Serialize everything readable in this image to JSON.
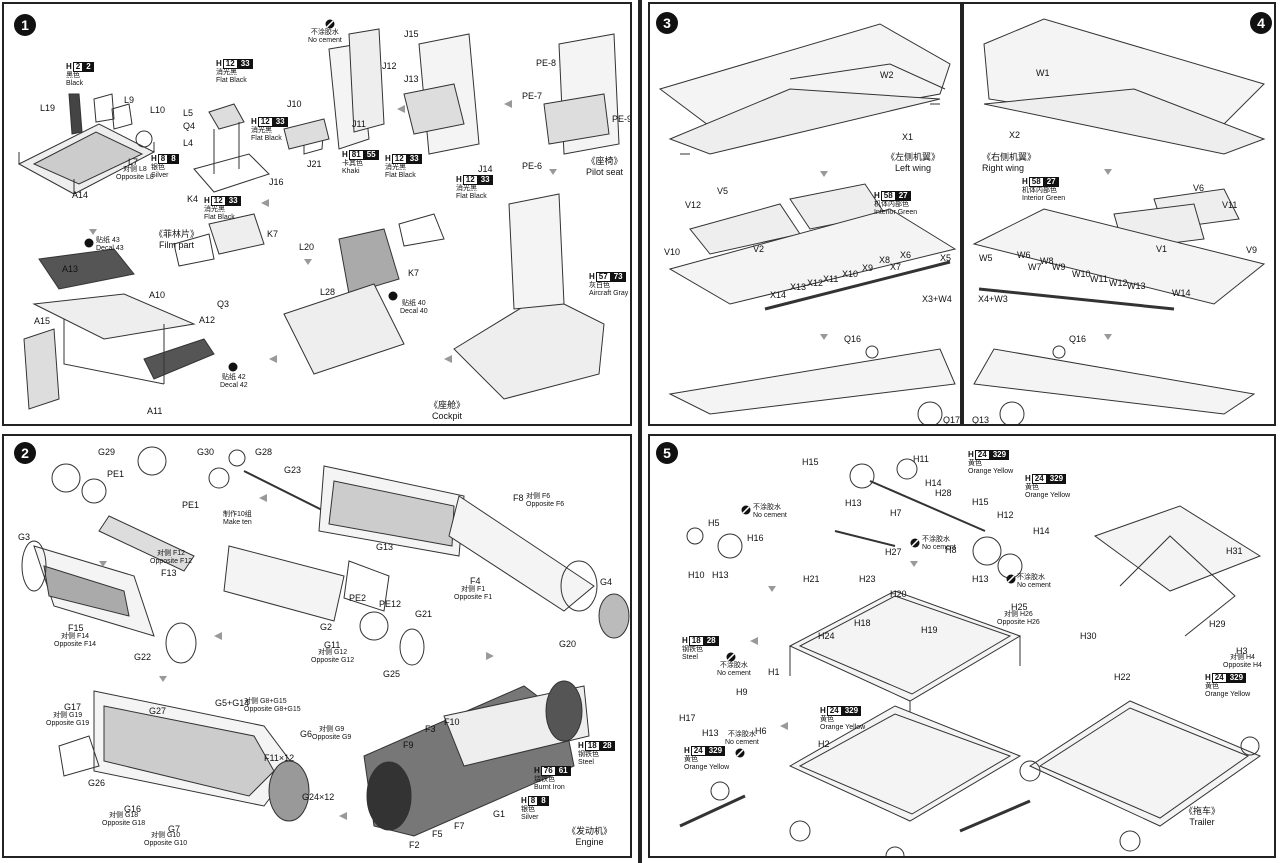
{
  "steps": [
    {
      "number": "1",
      "labels": [
        "L19",
        "L9",
        "L10",
        "L7",
        "A14",
        "L5",
        "Q4",
        "L4",
        "K4",
        "J10",
        "J11",
        "J12",
        "J15",
        "J21",
        "J16",
        "J13",
        "J14",
        "PE-8",
        "PE-7",
        "PE-9",
        "PE-6",
        "A13",
        "A10",
        "A15",
        "A12",
        "A11",
        "K7",
        "Q3",
        "L20",
        "K7",
        "L28"
      ],
      "paints": [
        {
          "code_a": "2",
          "code_b": "2",
          "cn": "黑色",
          "en": "Black"
        },
        {
          "code_a": "12",
          "code_b": "33",
          "cn": "消光黑",
          "en": "Flat Black"
        },
        {
          "code_a": "12",
          "code_b": "33",
          "cn": "消光黑",
          "en": "Flat Black"
        },
        {
          "code_a": "8",
          "code_b": "8",
          "cn": "银色",
          "en": "Silver"
        },
        {
          "code_a": "12",
          "code_b": "33",
          "cn": "消光黑",
          "en": "Flat Black"
        },
        {
          "code_a": "81",
          "code_b": "55",
          "cn": "卡其色",
          "en": "Khaki"
        },
        {
          "code_a": "12",
          "code_b": "33",
          "cn": "消光黑",
          "en": "Flat Black"
        },
        {
          "code_a": "12",
          "code_b": "33",
          "cn": "消光黑",
          "en": "Flat Black"
        },
        {
          "code_a": "57",
          "code_b": "73",
          "cn": "灰白色",
          "en": "Aircraft Gray"
        }
      ],
      "notes": {
        "no_cement_cn": "不涂胶水",
        "no_cement_en": "No cement",
        "opposite_l8_cn": "对侧 L8",
        "opposite_l8_en": "Opposite L8",
        "film_cn": "《菲林片》",
        "film_en": "Film part",
        "decal43_cn": "贴纸 43",
        "decal43_en": "Decal 43",
        "decal42_cn": "贴纸 42",
        "decal42_en": "Decal 42",
        "decal40_cn": "贴纸 40",
        "decal40_en": "Decal 40",
        "cockpit_cn": "《座舱》",
        "cockpit_en": "Cockpit",
        "seat_cn": "《座椅》",
        "seat_en": "Pilot seat"
      }
    },
    {
      "number": "2",
      "labels": [
        "G29",
        "PE1",
        "G30",
        "G28",
        "PE1",
        "G23",
        "G3",
        "F13",
        "F15",
        "G22",
        "F8",
        "G13",
        "PE2",
        "PE12",
        "G21",
        "G2",
        "G11",
        "G25",
        "F4",
        "G4",
        "G20",
        "G17",
        "G27",
        "G5+G14",
        "G26",
        "G16",
        "G7",
        "F11×12",
        "G6",
        "G24×12",
        "F9",
        "F3",
        "F10",
        "G1",
        "F2",
        "F5",
        "F7"
      ],
      "paints": [
        {
          "code_a": "18",
          "code_b": "28",
          "cn": "钢铁色",
          "en": "Steel"
        },
        {
          "code_a": "76",
          "code_b": "61",
          "cn": "烧铁色",
          "en": "Burnt Iron"
        },
        {
          "code_a": "8",
          "code_b": "8",
          "cn": "银色",
          "en": "Silver"
        }
      ],
      "notes": {
        "make_ten_cn": "制作10组",
        "make_ten_en": "Make ten",
        "opp_f12_cn": "对侧 F12",
        "opp_f12_en": "Opposite F12",
        "opp_f14_cn": "对侧 F14",
        "opp_f14_en": "Opposite F14",
        "opp_f6_cn": "对侧 F6",
        "opp_f6_en": "Opposite F6",
        "opp_f1_cn": "对侧 F1",
        "opp_f1_en": "Opposite F1",
        "opp_g12_cn": "对侧 G12",
        "opp_g12_en": "Opposite G12",
        "opp_g19_cn": "对侧 G19",
        "opp_g19_en": "Opposite G19",
        "opp_g8g15_cn": "对侧 G8+G15",
        "opp_g8g15_en": "Opposite G8+G15",
        "opp_g9_cn": "对侧 G9",
        "opp_g9_en": "Opposite G9",
        "opp_g18_cn": "对侧 G18",
        "opp_g18_en": "Opposite G18",
        "opp_g10_cn": "对侧 G10",
        "opp_g10_en": "Opposite G10",
        "engine_cn": "《发动机》",
        "engine_en": "Engine"
      }
    },
    {
      "number": "3",
      "labels": [
        "W2",
        "X1",
        "V5",
        "V12",
        "V10",
        "V2",
        "X6",
        "X5",
        "X8",
        "X7",
        "X9",
        "X10",
        "X11",
        "X12",
        "X13",
        "X14",
        "X3+W4",
        "Q16",
        "Q17"
      ],
      "paints": [
        {
          "code_a": "58",
          "code_b": "27",
          "cn": "机体内部色",
          "en": "Interior Green"
        }
      ],
      "notes": {
        "wing_cn": "《左侧机翼》",
        "wing_en": "Left wing"
      }
    },
    {
      "number": "4",
      "labels": [
        "W1",
        "X2",
        "V6",
        "V11",
        "V1",
        "V9",
        "W5",
        "W6",
        "W8",
        "W7",
        "W9",
        "W10",
        "W11",
        "W12",
        "W13",
        "W14",
        "X4+W3",
        "Q16",
        "Q13"
      ],
      "paints": [
        {
          "code_a": "58",
          "code_b": "27",
          "cn": "机体内部色",
          "en": "Interior Green"
        }
      ],
      "notes": {
        "wing_cn": "《右侧机翼》",
        "wing_en": "Right wing"
      }
    },
    {
      "number": "5",
      "labels": [
        "H15",
        "H11",
        "H13",
        "H14",
        "H28",
        "H7",
        "H15",
        "H12",
        "H14",
        "H8",
        "H13",
        "H27",
        "H5",
        "H16",
        "H10",
        "H13",
        "H21",
        "H23",
        "H20",
        "H18",
        "H24",
        "H19",
        "H25",
        "H1",
        "H31",
        "H30",
        "H29",
        "H3",
        "H22",
        "H9",
        "H17",
        "H13",
        "H6",
        "H2"
      ],
      "paints": [
        {
          "code_a": "24",
          "code_b": "329",
          "cn": "黄色",
          "en": "Orange Yellow"
        },
        {
          "code_a": "24",
          "code_b": "329",
          "cn": "黄色",
          "en": "Orange Yellow"
        },
        {
          "code_a": "18",
          "code_b": "28",
          "cn": "钢铁色",
          "en": "Steel"
        },
        {
          "code_a": "24",
          "code_b": "329",
          "cn": "黄色",
          "en": "Orange Yellow"
        },
        {
          "code_a": "24",
          "code_b": "329",
          "cn": "黄色",
          "en": "Orange Yellow"
        },
        {
          "code_a": "24",
          "code_b": "329",
          "cn": "黄色",
          "en": "Orange Yellow"
        }
      ],
      "notes": {
        "no_cement_cn": "不涂胶水",
        "no_cement_en": "No cement",
        "opp_h26_cn": "对侧 H26",
        "opp_h26_en": "Opposite H26",
        "opp_h4_cn": "对侧 H4",
        "opp_h4_en": "Opposite H4",
        "trailer_cn": "《拖车》",
        "trailer_en": "Trailer"
      }
    }
  ]
}
